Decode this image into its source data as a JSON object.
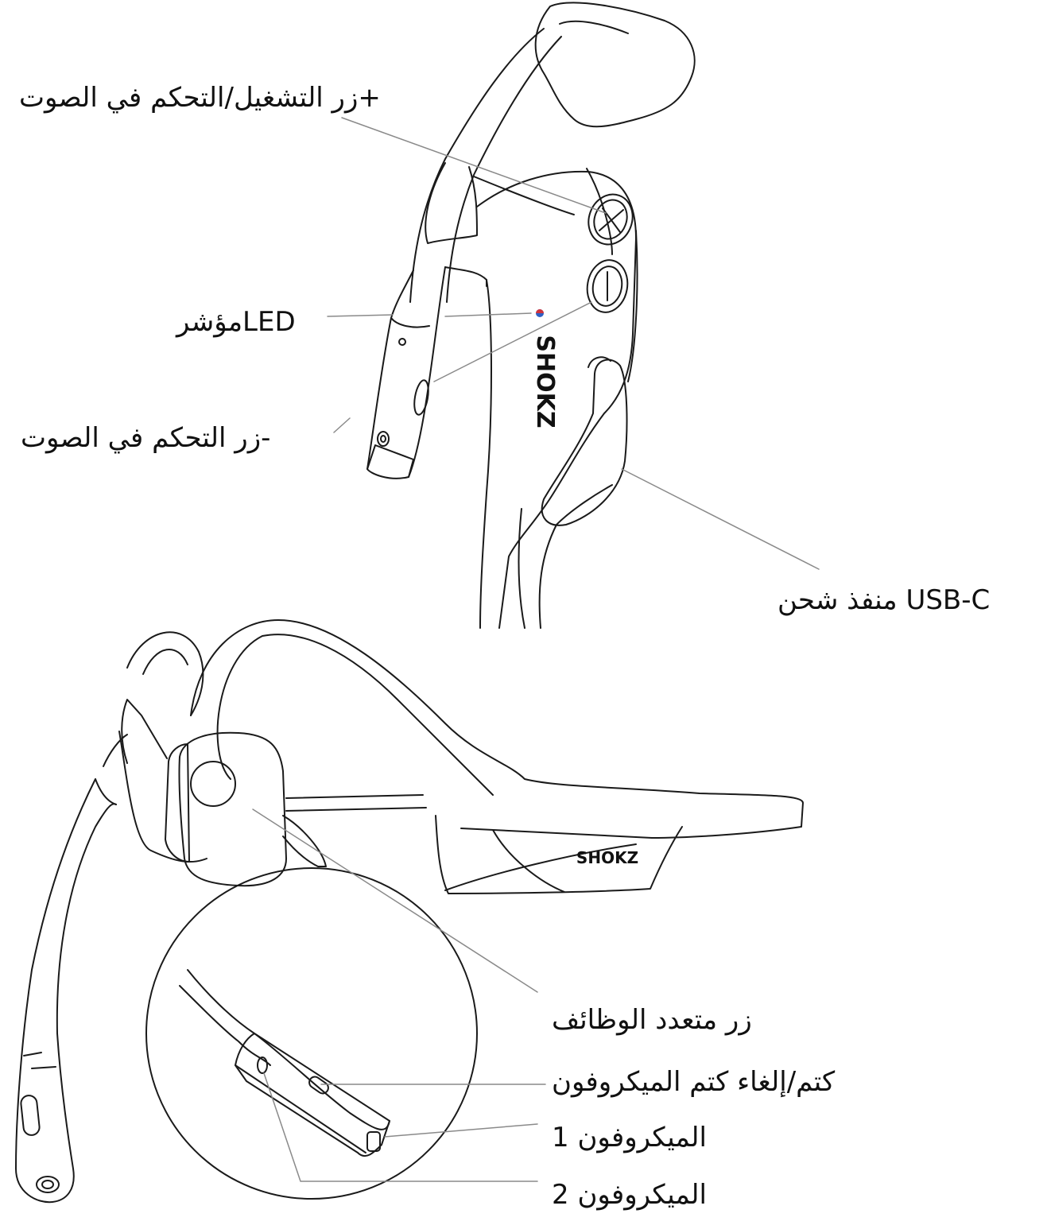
{
  "labels": {
    "play_volume_up": "زر التشغيل/التحكم في الصوت+",
    "led_indicator": "مؤشرLED",
    "volume_down": "زر التحكم في الصوت-",
    "usb_c_port": "منفذ شحن USB-C",
    "multi_function": "زر متعدد الوظائف",
    "mic_mute": "كتم/إلغاء كتم الميكروفون",
    "mic_1": "الميكروفون 1",
    "mic_2": "الميكروفون 2"
  },
  "brand": "SHOKZ",
  "colors": {
    "line": "#1a1a1a",
    "leader": "#8a8a8a",
    "led_red": "#d0343c",
    "led_blue": "#2f5fc4"
  }
}
